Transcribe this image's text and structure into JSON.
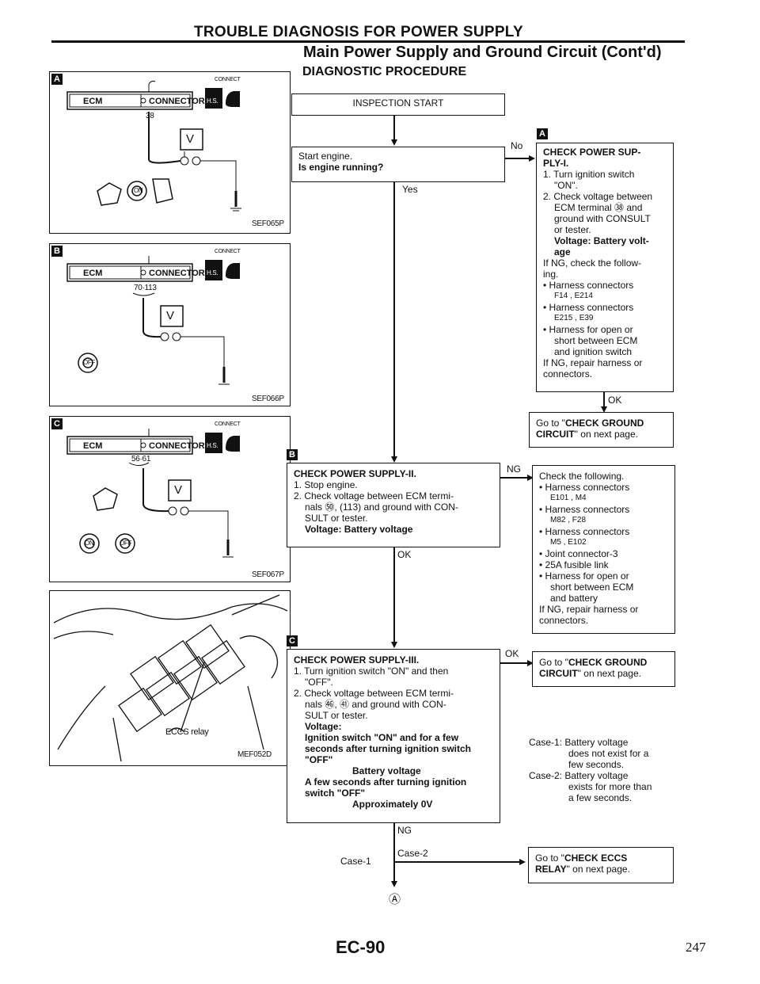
{
  "header": {
    "title": "TROUBLE DIAGNOSIS FOR POWER SUPPLY",
    "subtitle": "Main Power Supply and Ground Circuit (Cont'd)",
    "section": "DIAGNOSTIC PROCEDURE"
  },
  "panels": [
    {
      "marker": "A",
      "ecm": "ECM",
      "connector": "CONNECTOR",
      "pin": "38",
      "v": "V",
      "code": "SEF065P",
      "connect": "CONNECT",
      "hs": "H.S."
    },
    {
      "marker": "B",
      "ecm": "ECM",
      "connector": "CONNECTOR",
      "pin": "70·113",
      "v": "V",
      "code": "SEF066P",
      "connect": "CONNECT",
      "hs": "H.S."
    },
    {
      "marker": "C",
      "ecm": "ECM",
      "connector": "CONNECTOR",
      "pin": "56·61",
      "v": "V",
      "code": "SEF067P",
      "connect": "CONNECT",
      "hs": "H.S."
    },
    {
      "relay_label": "ECCS relay",
      "code": "MEF052D"
    }
  ],
  "ignition": {
    "on": "ON",
    "off": "OFF"
  },
  "flow": {
    "start": "INSPECTION START",
    "q1_line1": "Start engine.",
    "q1_line2": "Is engine running?",
    "no": "No",
    "yes": "Yes",
    "ok": "OK",
    "ng": "NG",
    "markerA": "A",
    "markerB": "B",
    "markerC": "C",
    "a_title1": "CHECK POWER SUP-",
    "a_title2": "PLY-I.",
    "a_lines": [
      "1. Turn ignition switch",
      "\"ON\".",
      "2. Check voltage between",
      "ECM terminal ㊳ and",
      "ground with CONSULT",
      "or tester.",
      "Voltage: Battery volt-",
      "age",
      "If NG, check the follow-",
      "ing.",
      "• Harness connectors",
      "F14 , E214",
      "• Harness connectors",
      "E215 , E39",
      "• Harness for open or",
      "short between ECM",
      "and ignition switch",
      "If NG, repair harness or",
      "connectors."
    ],
    "ground1": "Go to \"CHECK GROUND CIRCUIT\" on next page.",
    "ground1_a": "Go to \"",
    "ground1_b": "CHECK GROUND",
    "ground1_c": "CIRCUIT",
    "ground1_d": "\" on next page.",
    "b_title": "CHECK POWER SUPPLY-II.",
    "b_lines": [
      "1. Stop engine.",
      "2. Check voltage between ECM termi-",
      "nals ㊿, (113) and ground with CON-",
      "SULT or tester.",
      "Voltage: Battery voltage"
    ],
    "b_right": [
      "Check the following.",
      "• Harness connectors",
      "E101 , M4",
      "• Harness connectors",
      "M82 , F28",
      "• Harness connectors",
      "M5 , E102",
      "• Joint connector-3",
      "• 25A fusible link",
      "• Harness for open or",
      "short between ECM",
      "and battery",
      "If NG, repair harness or",
      "connectors."
    ],
    "c_title": "CHECK POWER SUPPLY-III.",
    "c_lines": [
      "1. Turn ignition switch \"ON\" and then",
      "\"OFF\".",
      "2. Check voltage between ECM termi-",
      "nals ㊻, ㊶ and ground with CON-",
      "SULT or tester."
    ],
    "c_voltage": "Voltage:",
    "c_cond1": "Ignition switch \"ON\" and for a few",
    "c_cond2": "seconds after turning ignition switch",
    "c_cond3": "\"OFF\"",
    "c_val1": "Battery voltage",
    "c_cond4": "A few seconds after turning ignition",
    "c_cond5": "switch \"OFF\"",
    "c_val2": "Approximately 0V",
    "cases": [
      "Case-1: Battery voltage",
      "does not exist for a",
      "few seconds.",
      "Case-2: Battery voltage",
      "exists for more than",
      "a few seconds."
    ],
    "case1": "Case-1",
    "case2": "Case-2",
    "eccs_a": "Go to \"",
    "eccs_b": "CHECK ECCS",
    "eccs_c": "RELAY",
    "eccs_d": "\" on next page.",
    "end_marker": "Ⓐ"
  },
  "footer": {
    "page_code": "EC-90",
    "page_number": "247"
  }
}
